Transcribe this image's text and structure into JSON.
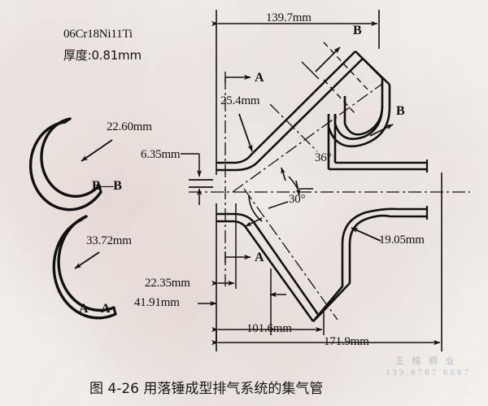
{
  "figure": {
    "material_line1": "06Cr18Ni11Ti",
    "material_line2": "厚度:0.81mm",
    "caption": "图 4-26  用落锤成型排气系统的集气管"
  },
  "sections": {
    "bb": {
      "label": "B—B",
      "dim": "22.60mm"
    },
    "aa": {
      "label": "A—A",
      "dim": "33.72mm"
    }
  },
  "markers": {
    "a_top": "A",
    "a_bottom": "A",
    "b_upper": "B",
    "b_right": "B"
  },
  "dimensions": {
    "overall_top": "139.7mm",
    "upper_bend": "25.4mm",
    "center_gap": "6.35mm",
    "lower_right_bend": "19.05mm",
    "offset_small": "22.35mm",
    "offset_large": "41.91mm",
    "lower_mid": "101.6mm",
    "overall_bottom": "171.9mm"
  },
  "angles": {
    "upper": "36°",
    "lower": "30°"
  },
  "watermark": {
    "company": "王 榕 钢 业",
    "phone": "139.6707 6667"
  },
  "colors": {
    "ink": "#111111",
    "paper": "#f3f0ec",
    "watermark": "#7896b4"
  }
}
